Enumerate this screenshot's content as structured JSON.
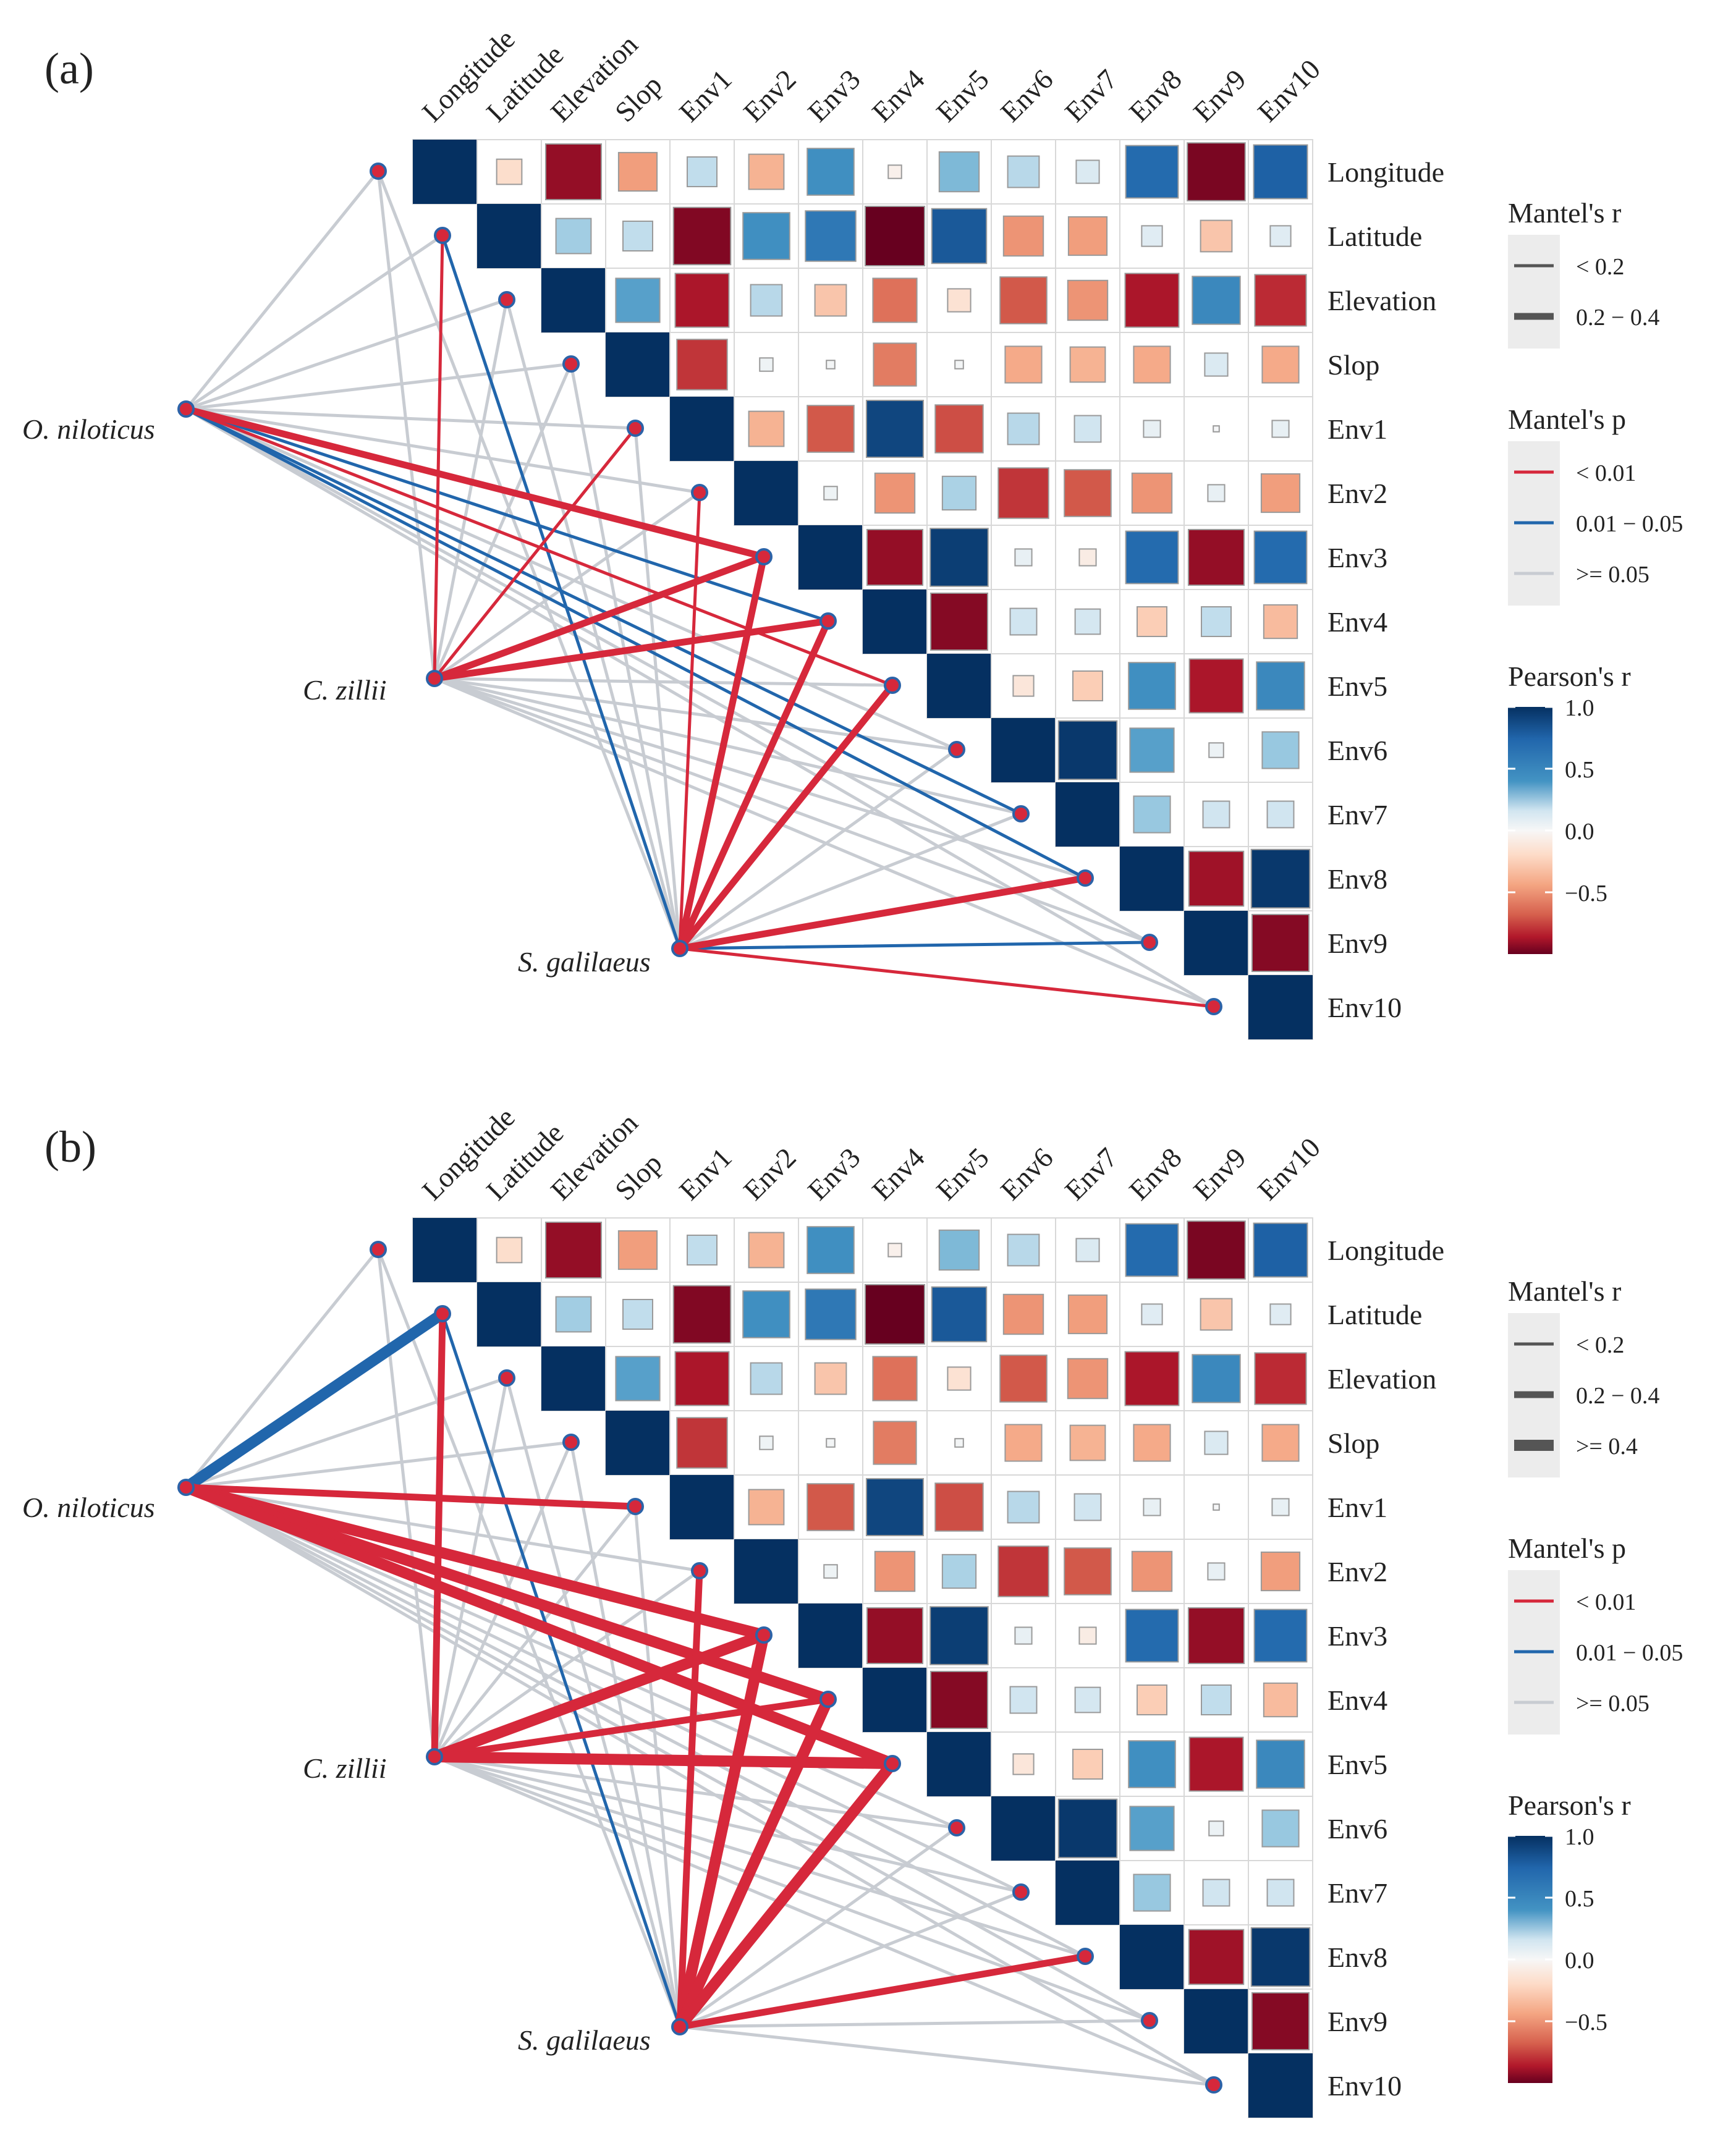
{
  "figure": {
    "palette": {
      "strong_positive": "#053061",
      "positive_mid": "#4393c3",
      "neutral": "#f7f7f7",
      "negative_mid": "#f4a582",
      "strong_negative": "#67001f",
      "line_significant": "#d6283b",
      "line_marginal": "#2166ac",
      "line_nonsignificant": "#c8ccd2",
      "node_fill": "#d6283b",
      "node_stroke": "#2c63a8",
      "cell_border": "#9a9a9a"
    }
  },
  "chart_data": [
    {
      "type": "heatmap",
      "panel_label": "(a)",
      "variables": [
        "Longitude",
        "Latitude",
        "Elevation",
        "Slop",
        "Env1",
        "Env2",
        "Env3",
        "Env4",
        "Env5",
        "Env6",
        "Env7",
        "Env8",
        "Env9",
        "Env10"
      ],
      "correlation_upper": [
        [
          1,
          -0.18,
          -0.88,
          -0.42,
          0.25,
          -0.35,
          0.62,
          -0.05,
          0.45,
          0.28,
          0.15,
          0.78,
          -0.95,
          0.82
        ],
        [
          1,
          0.35,
          0.25,
          -0.93,
          0.62,
          0.72,
          -1.0,
          0.85,
          -0.45,
          -0.42,
          0.12,
          -0.28,
          0.12
        ],
        [
          1,
          0.55,
          -0.82,
          0.28,
          -0.28,
          -0.55,
          -0.15,
          -0.62,
          -0.45,
          -0.82,
          0.65,
          -0.75
        ],
        [
          1,
          -0.72,
          0.05,
          0.02,
          -0.52,
          0.02,
          -0.38,
          -0.35,
          -0.38,
          0.15,
          -0.38
        ],
        [
          1,
          -0.35,
          -0.62,
          0.92,
          -0.65,
          0.28,
          0.2,
          0.08,
          0.01,
          0.08
        ],
        [
          1,
          0.05,
          -0.45,
          0.32,
          -0.72,
          -0.62,
          -0.45,
          0.08,
          -0.42
        ],
        [
          1,
          -0.88,
          0.95,
          0.08,
          -0.08,
          0.78,
          -0.88,
          0.78
        ],
        [
          1,
          -0.92,
          0.2,
          0.18,
          -0.25,
          0.25,
          -0.32
        ],
        [
          1,
          -0.12,
          -0.25,
          0.62,
          -0.82,
          0.65
        ],
        [
          1,
          0.97,
          0.55,
          0.06,
          0.38
        ],
        [
          1,
          0.38,
          0.2,
          0.2
        ],
        [
          1,
          -0.85,
          0.97
        ],
        [
          1,
          -0.92
        ],
        [
          1
        ]
      ],
      "species": [
        "O. niloticus",
        "C. zillii",
        "S. galilaeus"
      ],
      "mantel": {
        "O. niloticus": {
          "p": [
            "ns",
            "ns",
            "ns",
            "ns",
            "ns",
            "ns",
            "sig",
            "marg",
            "sig",
            "ns",
            "marg",
            "marg",
            "ns",
            "ns"
          ],
          "r": [
            "low",
            "low",
            "low",
            "low",
            "low",
            "low",
            "mid",
            "low",
            "low",
            "low",
            "low",
            "low",
            "low",
            "low"
          ]
        },
        "C. zillii": {
          "p": [
            "ns",
            "sig",
            "ns",
            "ns",
            "sig",
            "ns",
            "sig",
            "sig",
            "ns",
            "ns",
            "ns",
            "ns",
            "ns",
            "ns"
          ],
          "r": [
            "low",
            "low",
            "low",
            "low",
            "low",
            "low",
            "mid",
            "mid",
            "low",
            "low",
            "low",
            "low",
            "low",
            "low"
          ]
        },
        "S. galilaeus": {
          "p": [
            "ns",
            "marg",
            "ns",
            "ns",
            "ns",
            "sig",
            "sig",
            "sig",
            "sig",
            "ns",
            "ns",
            "sig",
            "marg",
            "sig"
          ],
          "r": [
            "low",
            "low",
            "low",
            "low",
            "low",
            "low",
            "mid",
            "mid",
            "mid",
            "low",
            "low",
            "mid",
            "low",
            "low"
          ]
        }
      },
      "legend": {
        "mantel_r_title": "Mantel's r",
        "mantel_r_items": [
          "< 0.2",
          "0.2 − 0.4"
        ],
        "mantel_p_title": "Mantel's p",
        "mantel_p_items": [
          "< 0.01",
          "0.01 − 0.05",
          ">= 0.05"
        ],
        "pearson_title": "Pearson's r",
        "pearson_ticks": [
          "1.0",
          "0.5",
          "0.0",
          "−0.5"
        ],
        "pearson_tick_values": [
          1.0,
          0.5,
          0.0,
          -0.5
        ],
        "pearson_range": [
          -1,
          1
        ]
      }
    },
    {
      "type": "heatmap",
      "panel_label": "(b)",
      "variables": [
        "Longitude",
        "Latitude",
        "Elevation",
        "Slop",
        "Env1",
        "Env2",
        "Env3",
        "Env4",
        "Env5",
        "Env6",
        "Env7",
        "Env8",
        "Env9",
        "Env10"
      ],
      "correlation_upper": [
        [
          1,
          -0.18,
          -0.88,
          -0.42,
          0.25,
          -0.35,
          0.62,
          -0.05,
          0.45,
          0.28,
          0.15,
          0.78,
          -0.95,
          0.82
        ],
        [
          1,
          0.35,
          0.25,
          -0.93,
          0.62,
          0.72,
          -1.0,
          0.85,
          -0.45,
          -0.42,
          0.12,
          -0.28,
          0.12
        ],
        [
          1,
          0.55,
          -0.82,
          0.28,
          -0.28,
          -0.55,
          -0.15,
          -0.62,
          -0.45,
          -0.82,
          0.65,
          -0.75
        ],
        [
          1,
          -0.72,
          0.05,
          0.02,
          -0.52,
          0.02,
          -0.38,
          -0.35,
          -0.38,
          0.15,
          -0.38
        ],
        [
          1,
          -0.35,
          -0.62,
          0.92,
          -0.65,
          0.28,
          0.2,
          0.08,
          0.01,
          0.08
        ],
        [
          1,
          0.05,
          -0.45,
          0.32,
          -0.72,
          -0.62,
          -0.45,
          0.08,
          -0.42
        ],
        [
          1,
          -0.88,
          0.95,
          0.08,
          -0.08,
          0.78,
          -0.88,
          0.78
        ],
        [
          1,
          -0.92,
          0.2,
          0.18,
          -0.25,
          0.25,
          -0.32
        ],
        [
          1,
          -0.12,
          -0.25,
          0.62,
          -0.82,
          0.65
        ],
        [
          1,
          0.97,
          0.55,
          0.06,
          0.38
        ],
        [
          1,
          0.38,
          0.2,
          0.2
        ],
        [
          1,
          -0.85,
          0.97
        ],
        [
          1,
          -0.92
        ],
        [
          1
        ]
      ],
      "species": [
        "O. niloticus",
        "C. zillii",
        "S. galilaeus"
      ],
      "mantel": {
        "O. niloticus": {
          "p": [
            "ns",
            "marg",
            "ns",
            "ns",
            "sig",
            "ns",
            "sig",
            "sig",
            "sig",
            "ns",
            "ns",
            "ns",
            "ns",
            "ns"
          ],
          "r": [
            "low",
            "high",
            "low",
            "low",
            "mid",
            "low",
            "high",
            "high",
            "high",
            "low",
            "low",
            "low",
            "low",
            "low"
          ]
        },
        "C. zillii": {
          "p": [
            "ns",
            "sig",
            "ns",
            "ns",
            "ns",
            "ns",
            "sig",
            "sig",
            "sig",
            "ns",
            "ns",
            "ns",
            "ns",
            "ns"
          ],
          "r": [
            "low",
            "mid",
            "low",
            "low",
            "low",
            "low",
            "high",
            "mid",
            "high",
            "low",
            "low",
            "low",
            "low",
            "low"
          ]
        },
        "S. galilaeus": {
          "p": [
            "ns",
            "marg",
            "ns",
            "ns",
            "ns",
            "sig",
            "sig",
            "sig",
            "sig",
            "ns",
            "ns",
            "sig",
            "ns",
            "ns"
          ],
          "r": [
            "low",
            "low",
            "low",
            "low",
            "low",
            "mid",
            "high",
            "high",
            "high",
            "low",
            "low",
            "mid",
            "low",
            "low"
          ]
        }
      },
      "legend": {
        "mantel_r_title": "Mantel's r",
        "mantel_r_items": [
          "< 0.2",
          "0.2 − 0.4",
          ">= 0.4"
        ],
        "mantel_p_title": "Mantel's p",
        "mantel_p_items": [
          "< 0.01",
          "0.01 − 0.05",
          ">= 0.05"
        ],
        "pearson_title": "Pearson's r",
        "pearson_ticks": [
          "1.0",
          "0.5",
          "0.0",
          "−0.5"
        ],
        "pearson_tick_values": [
          1.0,
          0.5,
          0.0,
          -0.5
        ],
        "pearson_range": [
          -1,
          1
        ]
      }
    }
  ]
}
